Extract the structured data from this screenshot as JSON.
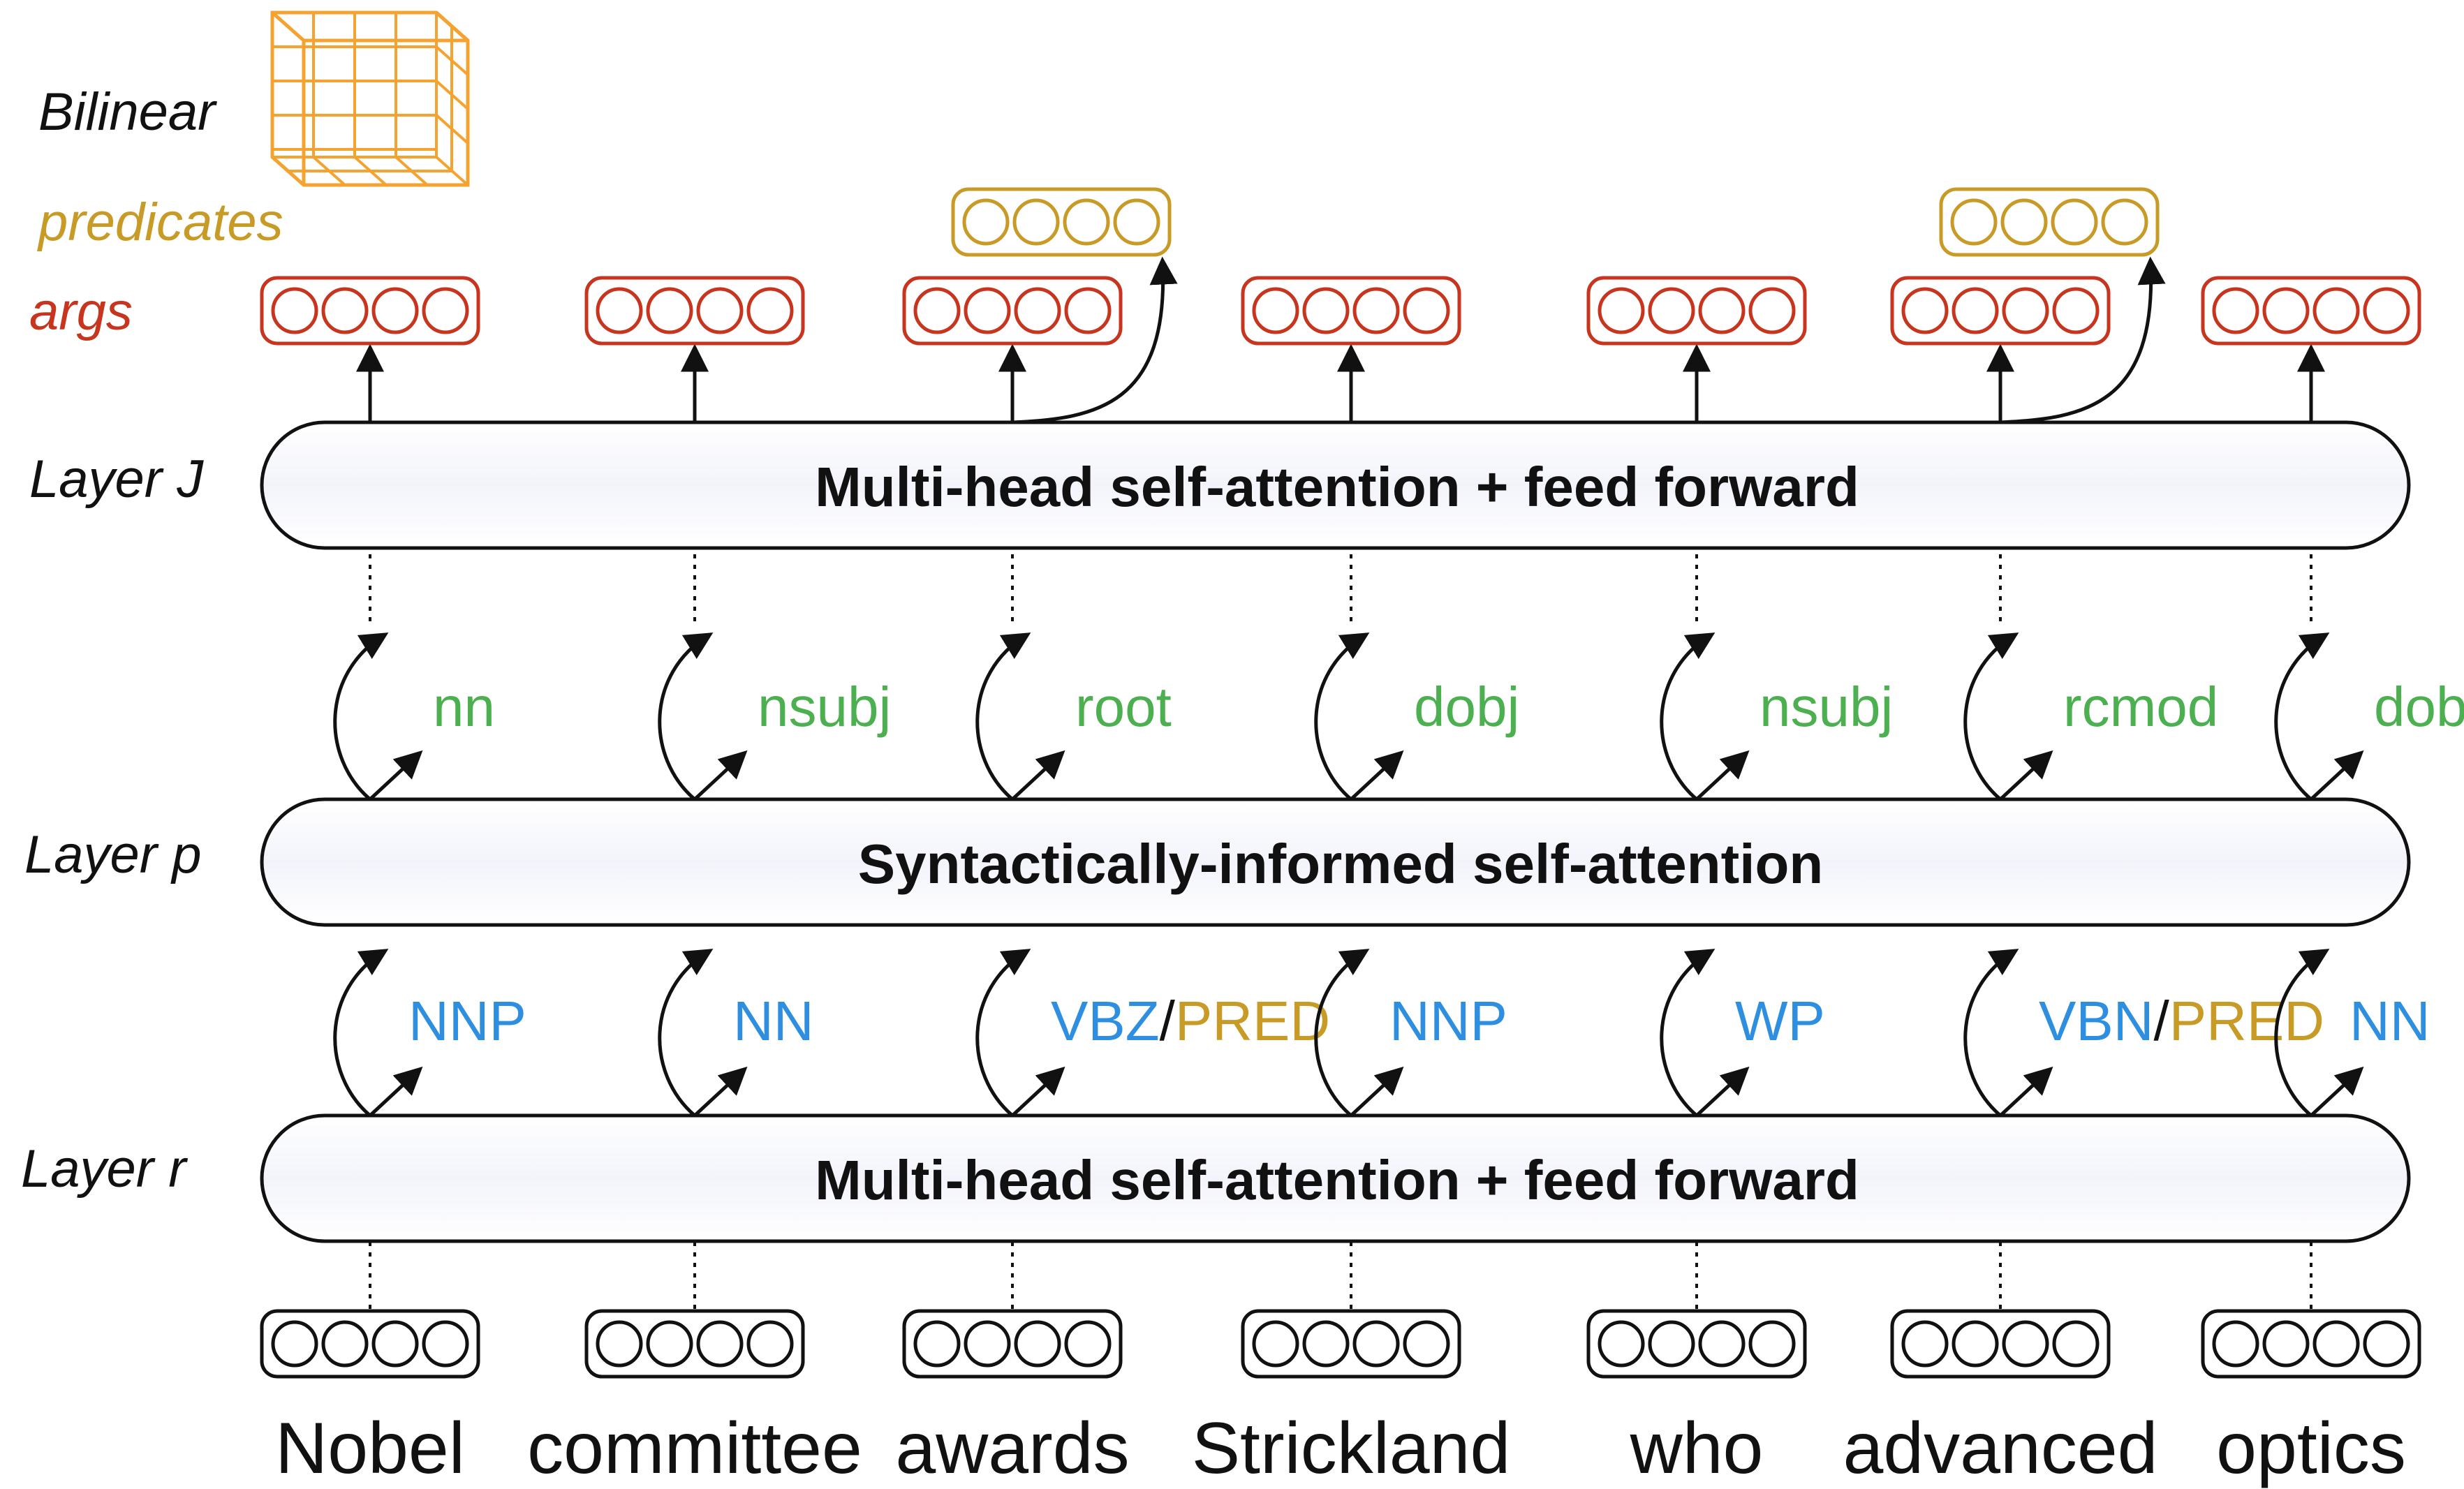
{
  "colors": {
    "args": "#c8351f",
    "predicates": "#c89a26",
    "dependency": "#4caf50",
    "pos": "#2e8fe0",
    "bilinear": "#f4a330",
    "ink": "#111111"
  },
  "labels": {
    "bilinear": "Bilinear",
    "predicates": "predicates",
    "args": "args",
    "layer_j": "Layer J",
    "layer_p": "Layer p",
    "layer_r": "Layer r"
  },
  "layers": {
    "top": "Multi-head self-attention + feed forward",
    "middle": "Syntactically-informed self-attention",
    "bottom": "Multi-head self-attention + feed forward"
  },
  "tokens": [
    {
      "word": "Nobel",
      "pos": "NNP",
      "pred_tag": "",
      "dep": "nn",
      "is_predicate": false
    },
    {
      "word": "committee",
      "pos": "NN",
      "pred_tag": "",
      "dep": "nsubj",
      "is_predicate": false
    },
    {
      "word": "awards",
      "pos": "VBZ",
      "pred_tag": "PRED",
      "dep": "root",
      "is_predicate": true
    },
    {
      "word": "Strickland",
      "pos": "NNP",
      "pred_tag": "",
      "dep": "dobj",
      "is_predicate": false
    },
    {
      "word": "who",
      "pos": "WP",
      "pred_tag": "",
      "dep": "nsubj",
      "is_predicate": false
    },
    {
      "word": "advanced",
      "pos": "VBN",
      "pred_tag": "PRED",
      "dep": "rcmod",
      "is_predicate": true
    },
    {
      "word": "optics",
      "pos": "NN",
      "pred_tag": "",
      "dep": "dobj",
      "is_predicate": false
    }
  ],
  "slash": "/"
}
